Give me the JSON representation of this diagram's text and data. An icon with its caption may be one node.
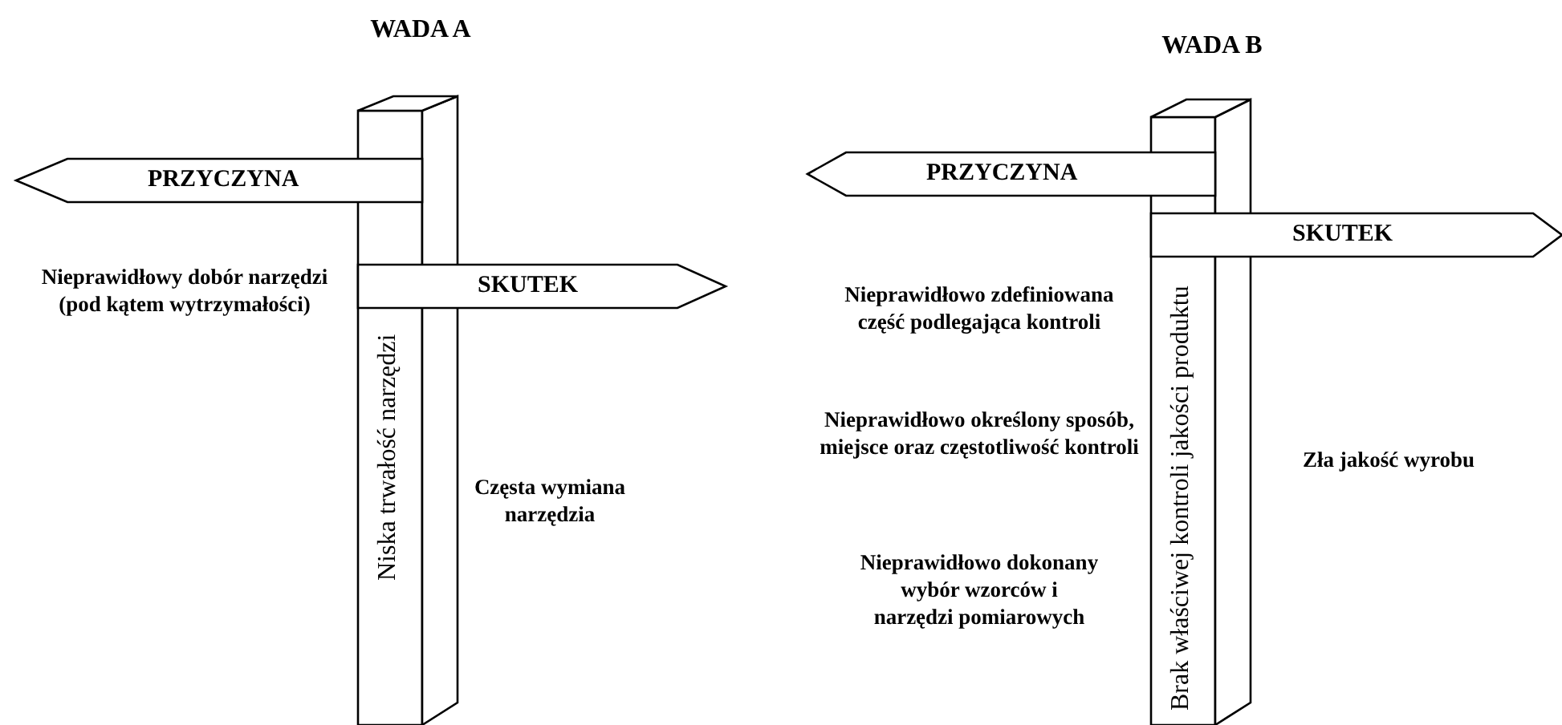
{
  "diagram": {
    "nodes": [
      {
        "text": [
          "Niska trwałość narzędzi"
        ]
      },
      {
        "text": [
          "PRZYCZYNA"
        ]
      },
      {
        "text": [
          "SKUTEK"
        ]
      },
      {
        "text": [
          "Brak właściwej kontroli jakości produktu"
        ]
      },
      {
        "text": [
          "PRZYCZYNA"
        ]
      },
      {
        "text": [
          "SKUTEK"
        ]
      }
    ],
    "labels": [
      "WADA A",
      "Nieprawidłowy dobór narzędzi (pod kątem wytrzymałości)",
      "Częsta wymiana narzędzia",
      "WADA B",
      "Nieprawidłowo zdefiniowana część podlegająca kontroli",
      "Nieprawidłowo określony sposób, miejsce oraz częstotliwość kontroli",
      "Nieprawidłowo dokonany wybór wzorców i narzędzi pomiarowych",
      "Zła jakość wyrobu"
    ]
  }
}
